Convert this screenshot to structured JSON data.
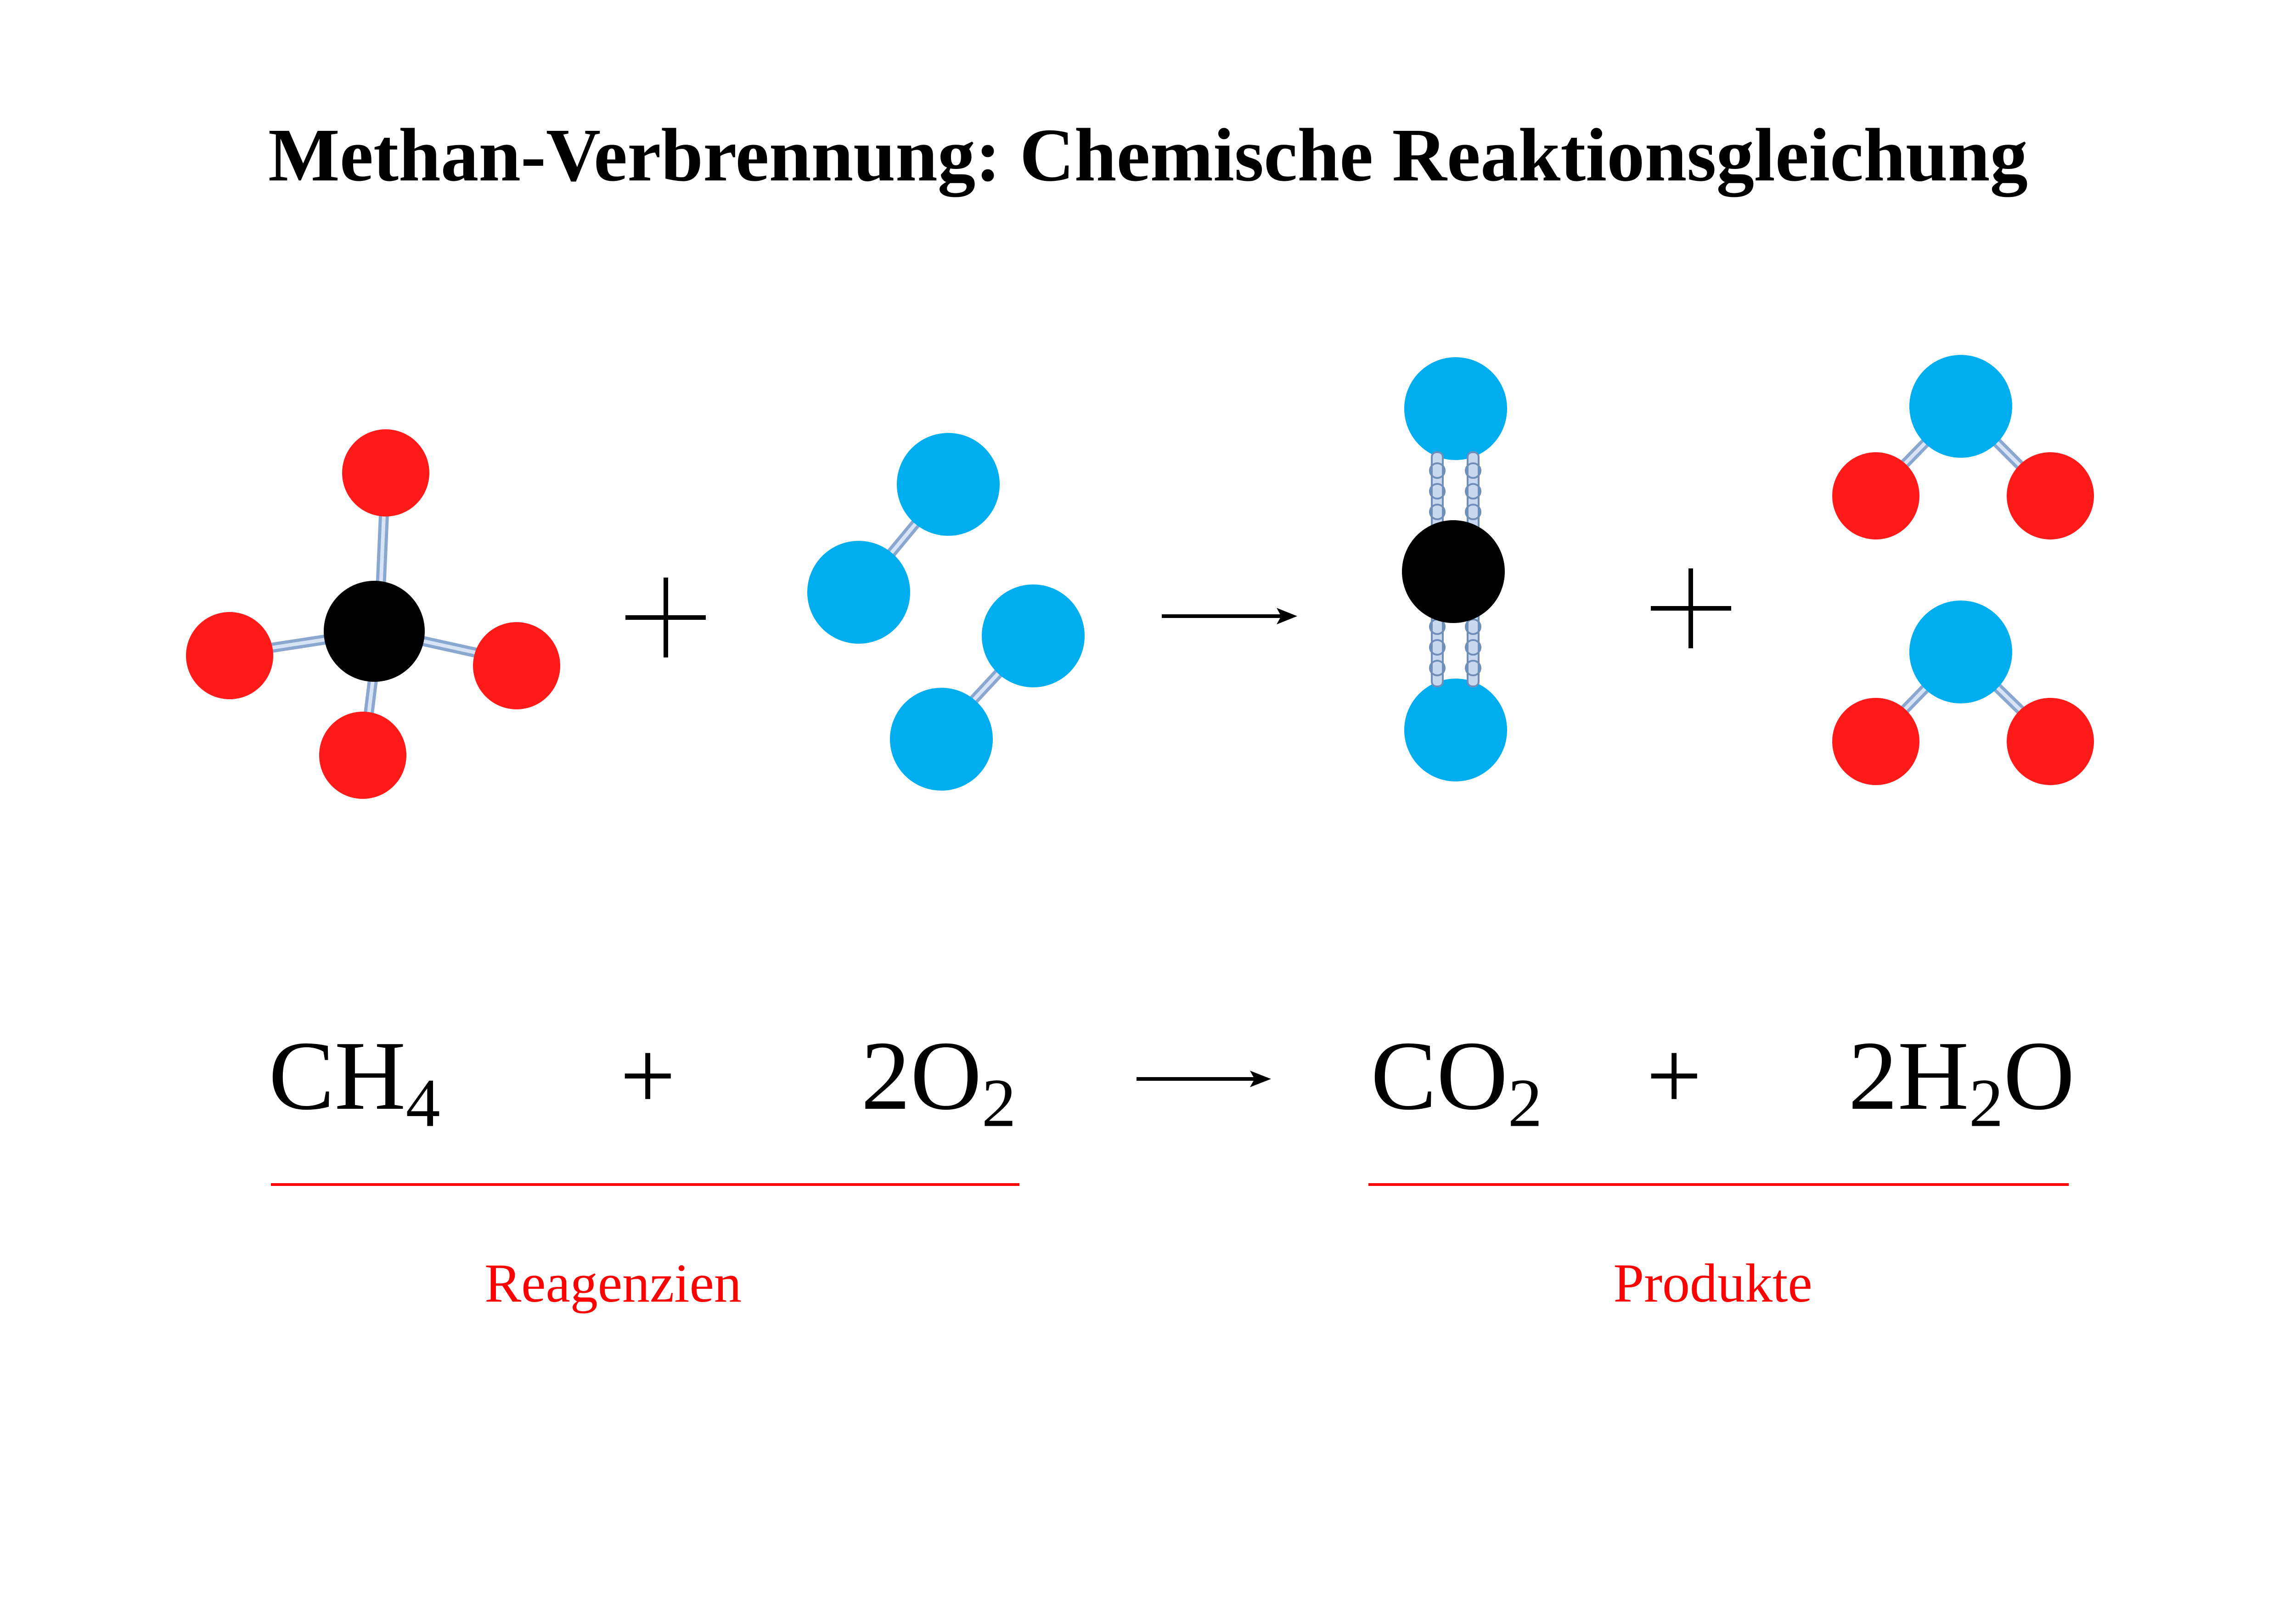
{
  "title": "Methan-Verbrennung: Chemische Reaktionsgleichung",
  "colors": {
    "carbon": "#000000",
    "hydrogen": "#ff1a1a",
    "oxygen": "#00aeef",
    "bond": "#a9c4e6",
    "label": "#ff0000",
    "underline": "#ff0000"
  },
  "molecules": {
    "reagent_1": "methane-molecule",
    "reagent_2": "oxygen-molecules",
    "product_1": "carbon-dioxide-molecule",
    "product_2": "water-molecules"
  },
  "symbols": {
    "plus": "+",
    "arrow": "arrow-right-icon"
  },
  "equation": {
    "ch4": {
      "main": "CH",
      "sub": "4"
    },
    "o2": {
      "coef": "2",
      "main": "O",
      "sub": "2"
    },
    "co2": {
      "main": "CO",
      "sub": "2"
    },
    "h2o": {
      "coef": "2",
      "main": "H",
      "sub": "2",
      "tail": "O"
    },
    "plus": "+"
  },
  "labels": {
    "reagents": "Reagenzien",
    "products": "Produkte"
  }
}
